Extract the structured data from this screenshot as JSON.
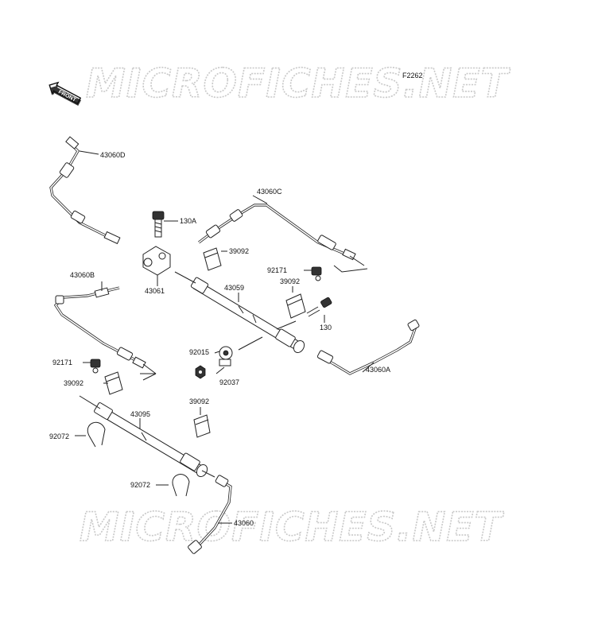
{
  "watermark": {
    "top": "MICROFICHES.NET",
    "bottom": "MICROFICHES.NET"
  },
  "figure_code": "F2262",
  "front_label": "FRONT",
  "callouts": {
    "p43060D": "43060D",
    "p43060C": "43060C",
    "p130A": "130A",
    "p39092_top": "39092",
    "p92171_right": "92171",
    "p39092_right": "39092",
    "p43059": "43059",
    "p130": "130",
    "p43060B": "43060B",
    "p43061": "43061",
    "p92015": "92015",
    "p92037": "92037",
    "p43060A": "43060A",
    "p92171_left": "92171",
    "p39092_left": "39092",
    "p39092_mid": "39092",
    "p43095": "43095",
    "p92072_left": "92072",
    "p92072_mid": "92072",
    "p43060": "43060"
  }
}
